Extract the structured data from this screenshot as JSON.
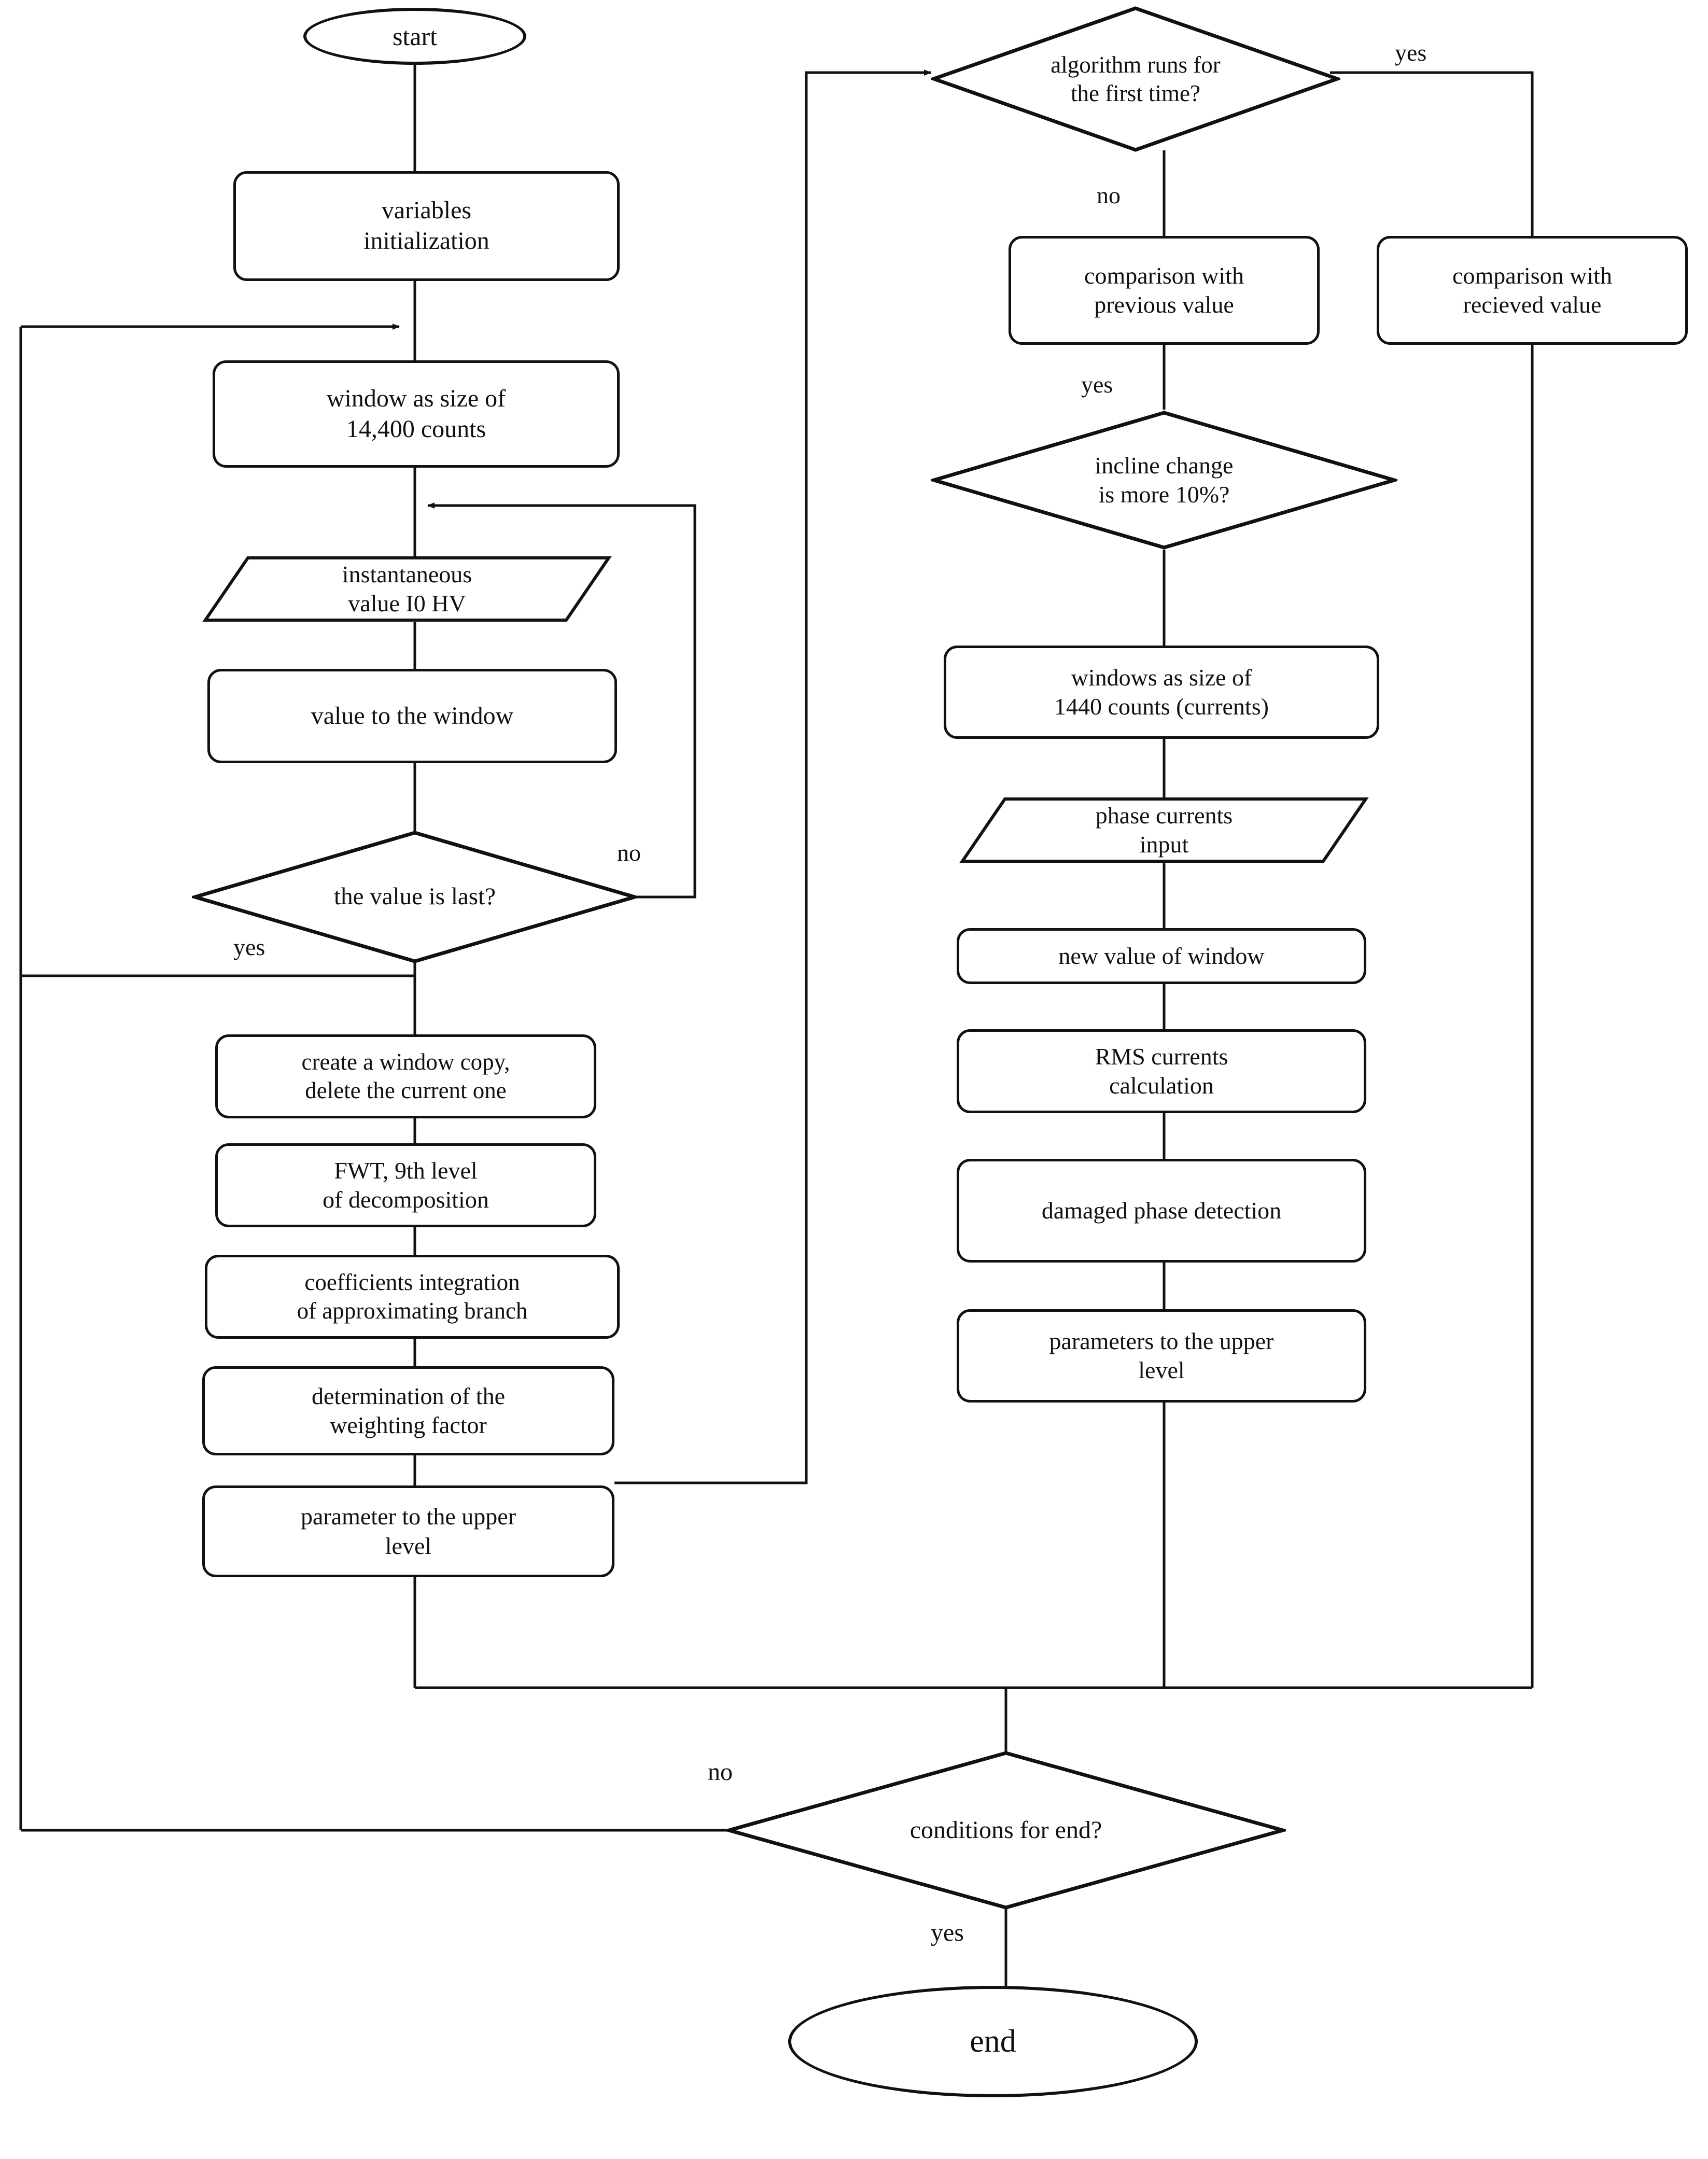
{
  "diagram": {
    "type": "flowchart",
    "title": "",
    "colors": {
      "line": "#111111",
      "fill": "#ffffff",
      "text": "#111111"
    },
    "nodes": {
      "start": {
        "label": "start",
        "shape": "terminator"
      },
      "variables_init": {
        "label": "variables\ninitialization",
        "shape": "process"
      },
      "window_14400": {
        "label": "window as size of\n14,400 counts",
        "shape": "process"
      },
      "instant_value": {
        "label": "instantaneous\nvalue I0 HV",
        "shape": "input"
      },
      "value_to_window": {
        "label": "value to the window",
        "shape": "process"
      },
      "value_is_last": {
        "label": "the value is last?",
        "shape": "decision"
      },
      "window_copy": {
        "label": "create a window copy,\ndelete the current one",
        "shape": "process"
      },
      "fwt": {
        "label": "FWT, 9th level\nof decomposition",
        "shape": "process"
      },
      "coeff_integration": {
        "label": "coefficients integration\nof approximating branch",
        "shape": "process"
      },
      "weighting_factor": {
        "label": "determination of the\nweighting factor",
        "shape": "process"
      },
      "param_upper": {
        "label": "parameter to the upper\nlevel",
        "shape": "process"
      },
      "first_time": {
        "label": "algorithm runs for\nthe first time?",
        "shape": "decision"
      },
      "cmp_previous": {
        "label": "comparison with\nprevious value",
        "shape": "process"
      },
      "cmp_received": {
        "label": "comparison with\nrecieved value",
        "shape": "process"
      },
      "incline_change": {
        "label": "incline change\nis more 10%?",
        "shape": "decision"
      },
      "window_1440": {
        "label": "windows as size of\n1440 counts  (currents)",
        "shape": "process"
      },
      "phase_currents": {
        "label": "phase currents\ninput",
        "shape": "input"
      },
      "new_value_window": {
        "label": "new value of window",
        "shape": "process"
      },
      "rms_currents": {
        "label": "RMS currents\ncalculation",
        "shape": "process"
      },
      "damaged_phase": {
        "label": "damaged phase detection",
        "shape": "process"
      },
      "params_upper": {
        "label": "parameters to the upper\nlevel",
        "shape": "process"
      },
      "conditions_end": {
        "label": "conditions for end?",
        "shape": "decision"
      },
      "end": {
        "label": "end",
        "shape": "terminator"
      }
    },
    "edge_labels": {
      "value_is_last_no": "no",
      "value_is_last_yes": "yes",
      "first_time_yes": "yes",
      "first_time_no": "no",
      "cmp_previous_yes": "yes",
      "conditions_end_no": "no",
      "conditions_end_yes": "yes"
    }
  }
}
